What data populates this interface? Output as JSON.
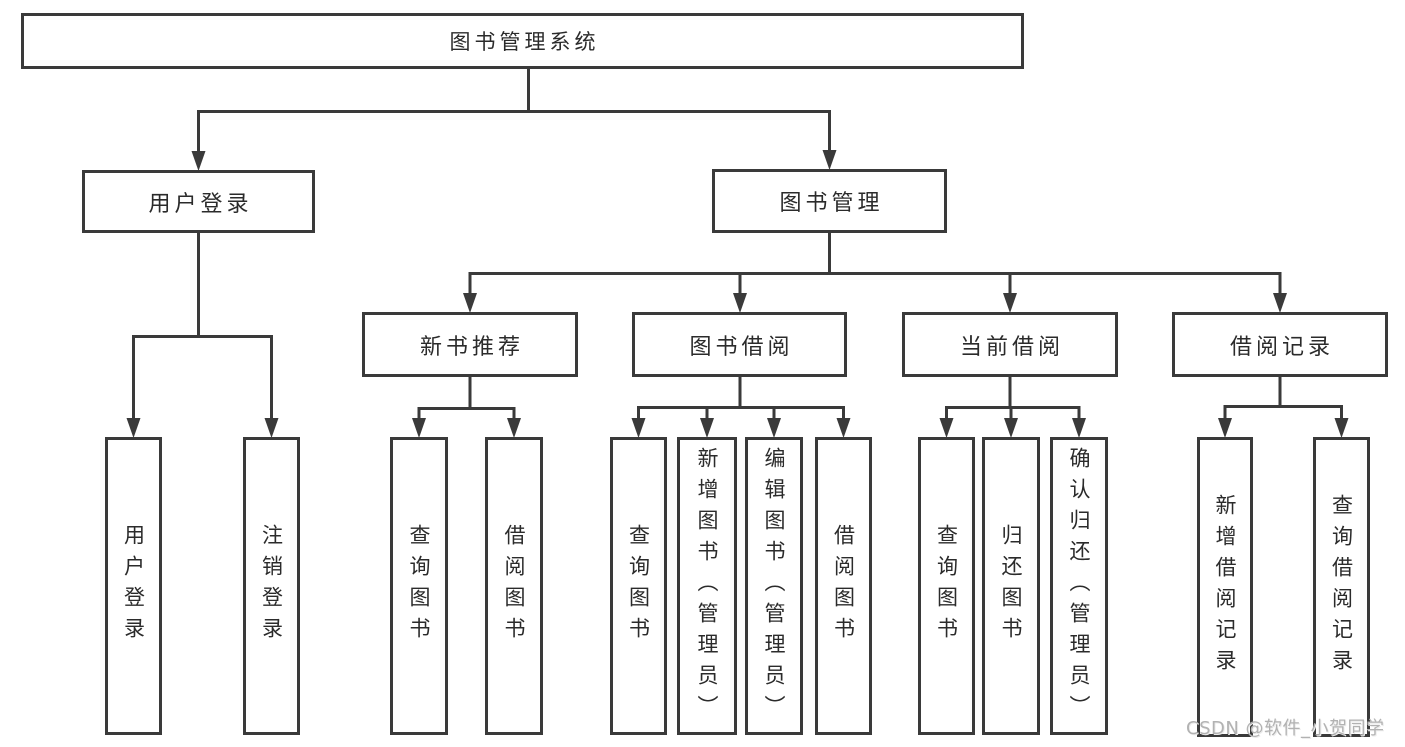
{
  "diagram": {
    "root": {
      "label": "图书管理系统"
    },
    "level1": [
      {
        "label": "用户登录",
        "children": [
          {
            "label": "用户登录"
          },
          {
            "label": "注销登录"
          }
        ]
      },
      {
        "label": "图书管理",
        "children": [
          {
            "label": "新书推荐",
            "children": [
              {
                "label": "查询图书"
              },
              {
                "label": "借阅图书"
              }
            ]
          },
          {
            "label": "图书借阅",
            "children": [
              {
                "label": "查询图书"
              },
              {
                "label": "新增图书（管理员）"
              },
              {
                "label": "编辑图书（管理员）"
              },
              {
                "label": "借阅图书"
              }
            ]
          },
          {
            "label": "当前借阅",
            "children": [
              {
                "label": "查询图书"
              },
              {
                "label": "归还图书"
              },
              {
                "label": "确认归还（管理员）"
              }
            ]
          },
          {
            "label": "借阅记录",
            "children": [
              {
                "label": "新增借阅记录"
              },
              {
                "label": "查询借阅记录"
              }
            ]
          }
        ]
      }
    ]
  },
  "watermark": "CSDN @软件_小贺同学",
  "colors": {
    "line": "#3a3a3a",
    "text": "#2b2b2b",
    "watermark": "#b2b2b2",
    "background": "#ffffff"
  }
}
